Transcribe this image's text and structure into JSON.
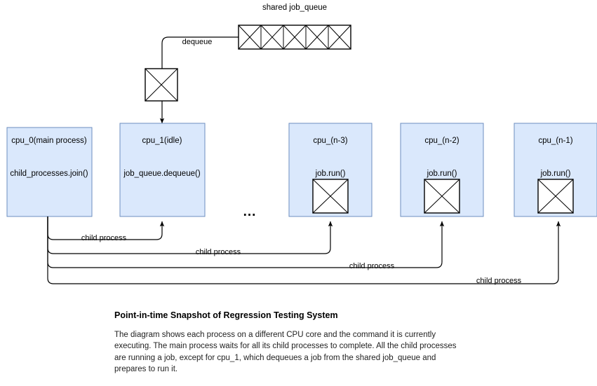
{
  "diagram": {
    "queue": {
      "title": "shared job_queue",
      "cell_count": 5,
      "cells": [
        "job",
        "job",
        "job",
        "job",
        "job"
      ]
    },
    "dequeue_label": "dequeue",
    "in_flight_job": {
      "name": "job",
      "style": "crossed-box"
    },
    "processes": [
      {
        "id": "cpu_0",
        "title": "cpu_0(main process)",
        "command": "child_processes.join()",
        "has_job_box": false
      },
      {
        "id": "cpu_1",
        "title": "cpu_1(idle)",
        "command": "job_queue.dequeue()",
        "has_job_box": false
      },
      {
        "id": "cpu_n3",
        "title": "cpu_(n-3)",
        "command": "job.run()",
        "has_job_box": true
      },
      {
        "id": "cpu_n2",
        "title": "cpu_(n-2)",
        "command": "job.run()",
        "has_job_box": true
      },
      {
        "id": "cpu_n1",
        "title": "cpu_(n-1)",
        "command": "job.run()",
        "has_job_box": true
      }
    ],
    "ellipsis": "...",
    "child_process_labels": [
      "child process",
      "child process",
      "child process",
      "child process"
    ],
    "colors": {
      "process_fill": "#dae8fc",
      "process_stroke": "#6c8ebf",
      "line": "#000000",
      "background": "#ffffff"
    }
  },
  "caption": {
    "title": "Point-in-time Snapshot of Regression Testing System",
    "body": "The diagram shows each process on a different CPU core and the command it is currently executing. The main process waits for all its child processes to complete. All the child processes are running a job, except for cpu_1, which dequeues a job from the shared job_queue and prepares to run it."
  }
}
